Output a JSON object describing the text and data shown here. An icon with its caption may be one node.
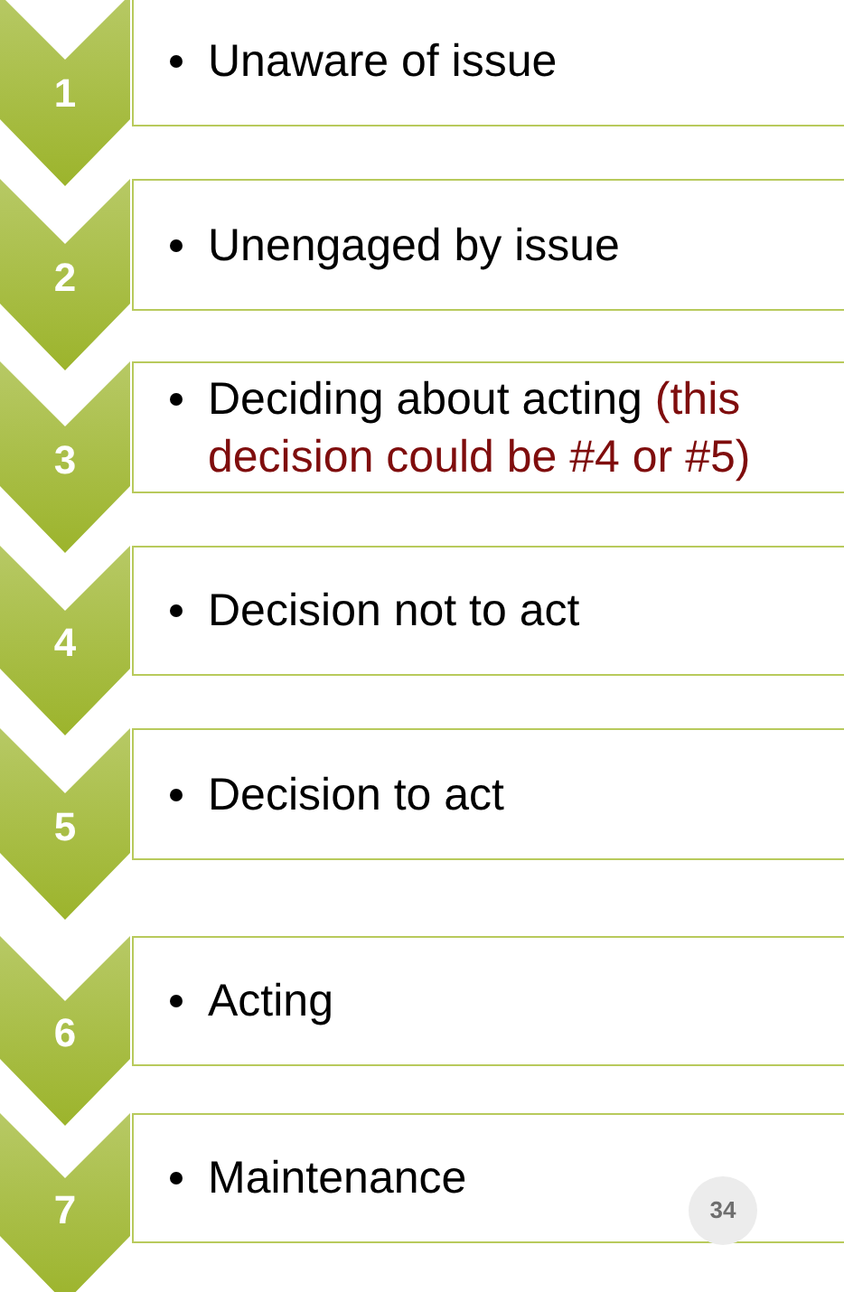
{
  "diagram": {
    "nodes": [
      {
        "text": [
          "1"
        ]
      },
      {
        "text": [
          "Unaware of issue"
        ]
      },
      {
        "text": [
          "2"
        ]
      },
      {
        "text": [
          "Unengaged by issue"
        ]
      },
      {
        "text": [
          "3"
        ]
      },
      {
        "text": [
          "Deciding about acting",
          "(this decision could be #4 or #5)"
        ]
      },
      {
        "text": [
          "4"
        ]
      },
      {
        "text": [
          "Decision not to act"
        ]
      },
      {
        "text": [
          "5"
        ]
      },
      {
        "text": [
          "Decision to act"
        ]
      },
      {
        "text": [
          "6"
        ]
      },
      {
        "text": [
          "Acting"
        ]
      },
      {
        "text": [
          "7"
        ]
      },
      {
        "text": [
          "Maintenance"
        ]
      }
    ],
    "labels": [
      "34"
    ]
  }
}
